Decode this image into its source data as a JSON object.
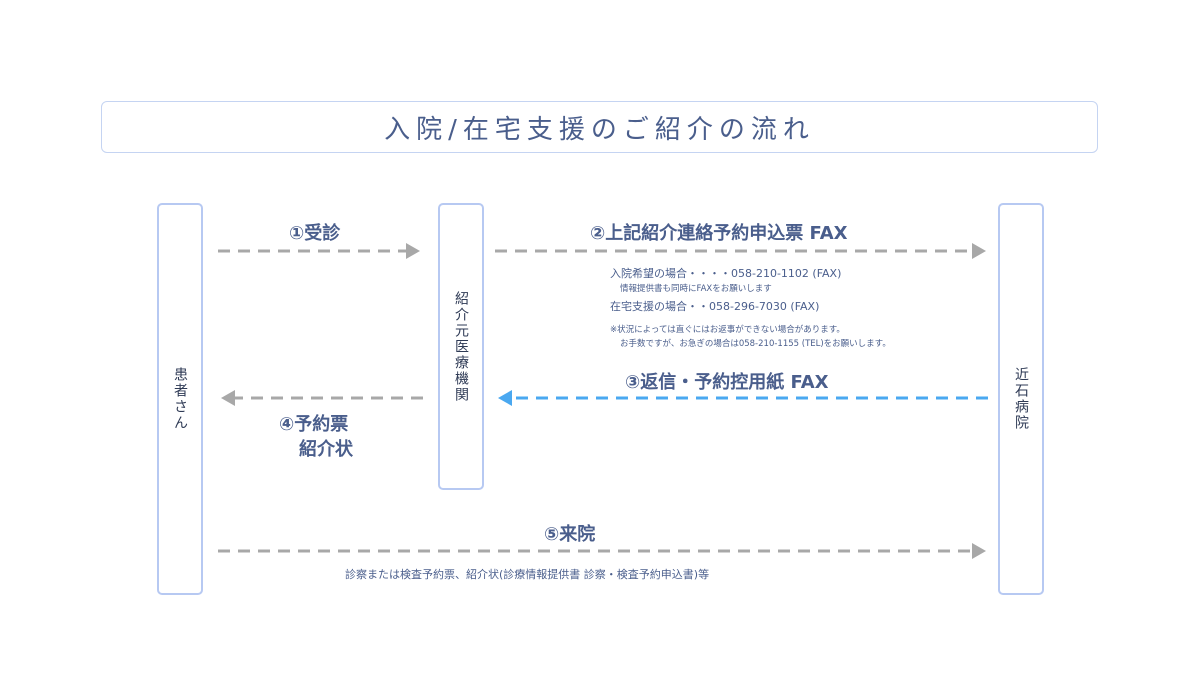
{
  "title": "入院/在宅支援のご紹介の流れ",
  "actors": {
    "patient": "患者さん",
    "clinic": "紹介元医療機関",
    "hospital": "近石病院"
  },
  "steps": {
    "step1": "①受診",
    "step2": "②上記紹介連絡予約申込票 FAX",
    "step3": "③返信・予約控用紙 FAX",
    "step4_line1": "④予約票",
    "step4_line2": "紹介状",
    "step5": "⑤来院"
  },
  "notes": {
    "admission_fax": "入院希望の場合・・・・058-210-1102 (FAX)",
    "admission_sub": "情報提供書も同時にFAXをお願いします",
    "home_fax": "在宅支援の場合・・058-296-7030 (FAX)",
    "caution_line1": "※状況によっては直ぐにはお返事ができない場合があります。",
    "caution_line2": "お手数ですが、お急ぎの場合は058-210-1155 (TEL)をお願いします。",
    "bring_items": "診察または検査予約票、紹介状(診療情報提供書 診察・検査予約申込書)等"
  },
  "colors": {
    "gray_arrow": "#a8a8a8",
    "blue_arrow": "#4aa8f0",
    "box_border": "#b7c9f2",
    "text": "#4a5e8c"
  }
}
